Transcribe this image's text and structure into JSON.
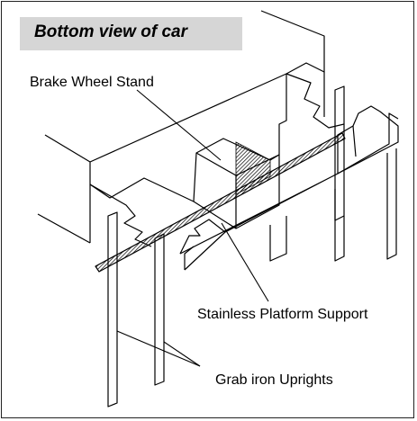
{
  "title": "Bottom view of car",
  "labels": {
    "brake_wheel_stand": "Brake Wheel Stand",
    "platform_support": "Stainless Platform Support",
    "grab_iron_uprights": "Grab iron Uprights"
  },
  "colors": {
    "title_fill": "#d6d6d6",
    "line": "#000000"
  }
}
